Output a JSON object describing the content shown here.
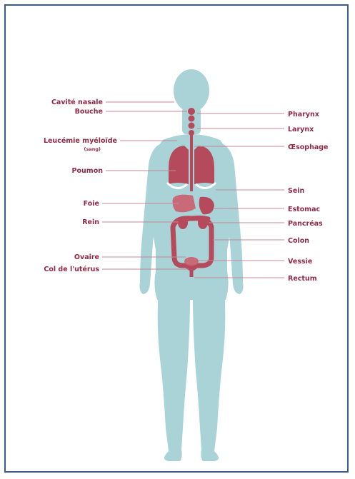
{
  "colors": {
    "body": "#a9d3d6",
    "organ": "#b44a5c",
    "organ_light": "#c96a79",
    "label": "#8f2a44",
    "leader": "#c48a96",
    "frame": "#3b5a84"
  },
  "labels_left": [
    {
      "id": "cavite-nasale",
      "text": "Cavité nasale"
    },
    {
      "id": "bouche",
      "text": "Bouche"
    },
    {
      "id": "leucemie",
      "text": "Leucémie myéloïde"
    },
    {
      "id": "poumon",
      "text": "Poumon"
    },
    {
      "id": "foie",
      "text": "Foie"
    },
    {
      "id": "rein",
      "text": "Rein"
    },
    {
      "id": "ovaire",
      "text": "Ovaire"
    },
    {
      "id": "col-uterus",
      "text": "Col de l'utérus"
    }
  ],
  "leucemie_note": "(sang)",
  "labels_right": [
    {
      "id": "pharynx",
      "text": "Pharynx"
    },
    {
      "id": "larynx",
      "text": "Larynx"
    },
    {
      "id": "oesophage",
      "text": "Œsophage"
    },
    {
      "id": "sein",
      "text": "Sein"
    },
    {
      "id": "estomac",
      "text": "Estomac"
    },
    {
      "id": "pancreas",
      "text": "Pancréas"
    },
    {
      "id": "colon",
      "text": "Colon"
    },
    {
      "id": "vessie",
      "text": "Vessie"
    },
    {
      "id": "rectum",
      "text": "Rectum"
    }
  ]
}
